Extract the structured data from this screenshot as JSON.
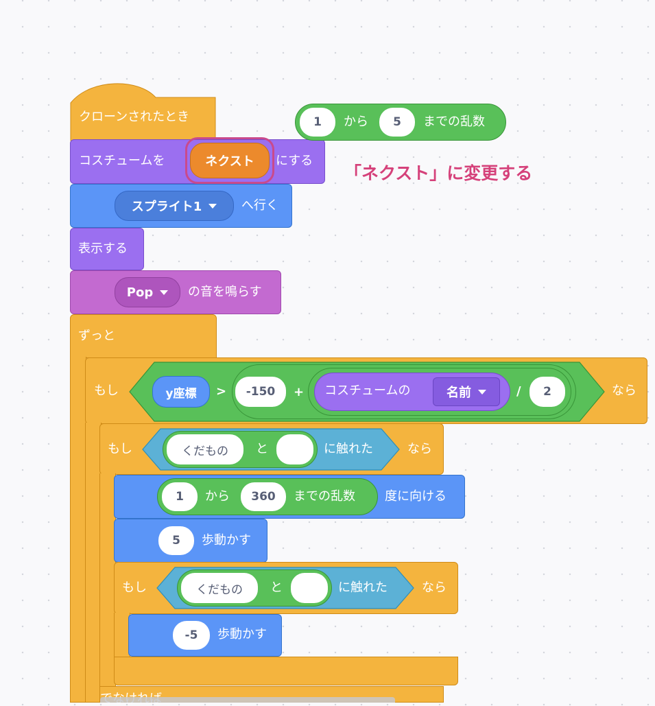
{
  "hat": {
    "label": "クローンされたとき"
  },
  "reporter_random_top": {
    "from": "1",
    "kara": "から",
    "to": "5",
    "made": "までの乱数"
  },
  "costume": {
    "prefix": "コスチュームを",
    "value": "ネクスト",
    "suffix": "にする"
  },
  "annotation": {
    "text": "「ネクスト」に変更する",
    "color": "#d5417a"
  },
  "goto": {
    "sprite": "スプライト1",
    "suffix": "へ行く"
  },
  "show": {
    "label": "表示する"
  },
  "sound": {
    "name": "Pop",
    "suffix": "の音を鳴らす"
  },
  "forever": {
    "label": "ずっと"
  },
  "if1": {
    "moshi": "もし",
    "nara": "なら",
    "ypos": "y座標",
    "gt": ">",
    "minus150": "-150",
    "plus": "+",
    "costume_of": "コスチュームの",
    "name_opt": "名前",
    "div": "/",
    "two": "2"
  },
  "if2": {
    "moshi": "もし",
    "nara": "なら",
    "sprite": "くだもの",
    "to": "と",
    "touching": "に触れた"
  },
  "point": {
    "from": "1",
    "kara": "から",
    "to": "360",
    "made": "までの乱数",
    "suffix": "度に向ける"
  },
  "move5": {
    "value": "5",
    "suffix": "歩動かす"
  },
  "if3": {
    "moshi": "もし",
    "nara": "なら",
    "sprite": "くだもの",
    "to": "と",
    "touching": "に触れた"
  },
  "move_neg5": {
    "value": "-5",
    "suffix": "歩動かす"
  },
  "cut_text": {
    "label": "でなければ"
  },
  "colors": {
    "events": "#f4b43e",
    "looks": "#9b6ff0",
    "motion": "#5b95f7",
    "sound": "#c36ad0",
    "control": "#f4b43e",
    "operators": "#59c059",
    "sensing": "#5cb1d6",
    "highlight": "#c94a8c"
  }
}
